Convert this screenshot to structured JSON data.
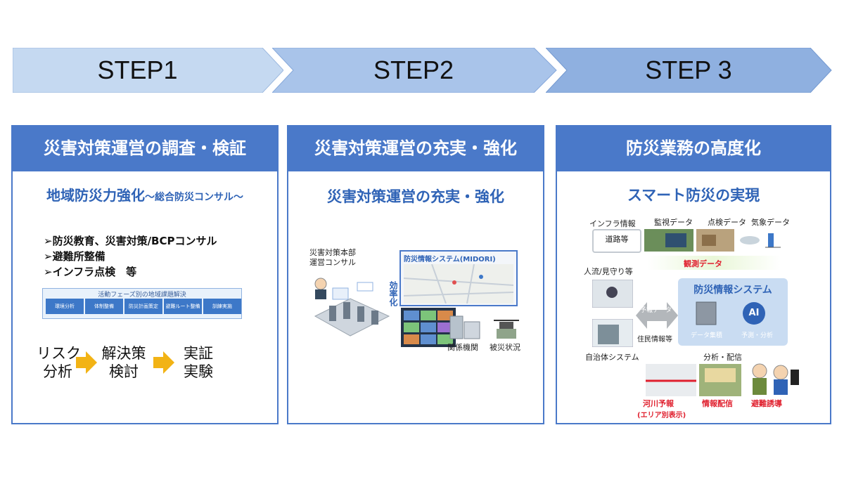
{
  "steps": [
    {
      "label": "STEP1"
    },
    {
      "label": "STEP2"
    },
    {
      "label": "STEP 3"
    }
  ],
  "panels": [
    {
      "header": "災害対策運営の調査・検証",
      "subtitle": "地域防災力強化",
      "subtitle_suffix": "～総合防災コンサル～",
      "bullets": [
        "➢防災教育、災害対策/BCPコンサル",
        "➢避難所整備",
        "➢インフラ点検　等"
      ],
      "phase_title": "活動フェーズ別の地域課題解決",
      "phases": [
        "環境分析",
        "体制整備",
        "防災計画策定",
        "避難ルート整備",
        "訓練実施"
      ],
      "flow": [
        "リスク\n分析",
        "解決策\n検討",
        "実証\n実験"
      ]
    },
    {
      "header": "災害対策運営の充実・強化",
      "subtitle": "災害対策運営の充実・強化",
      "hq_label": "災害対策本部\n運営コンサル",
      "system_label": "防災情報システム(MIDORI)",
      "efficiency": "効率化",
      "labels": [
        "関係機関",
        "被災状況"
      ]
    },
    {
      "header": "防災業務の高度化",
      "subtitle": "スマート防災の実現",
      "top_labels": [
        "インフラ情報",
        "監視データ",
        "点検データ",
        "気象データ"
      ],
      "infra_box": "道路等",
      "data_bar": "観測データ",
      "left_labels": [
        "人流/見守り等",
        "自治体システム"
      ],
      "center_title": "防災情報システム",
      "arrow_labels": [
        "予報データ",
        "住民情報等"
      ],
      "ai": "AI",
      "sys_sub": [
        "データ集積",
        "予測・分析"
      ],
      "dist_label": "分析・配信",
      "bottom_labels": [
        "河川予報",
        "(エリア別表示)",
        "情報配信",
        "避難誘導"
      ]
    }
  ]
}
